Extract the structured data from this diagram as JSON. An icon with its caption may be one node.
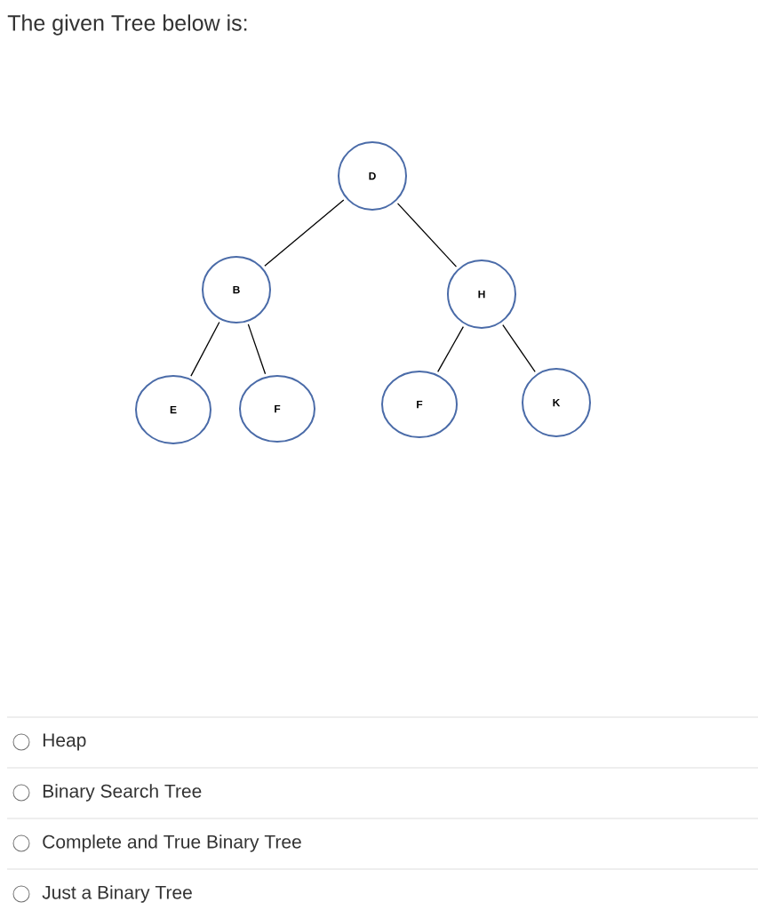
{
  "diagram": {
    "title": "The given Tree below is:",
    "nodes": [
      {
        "text": [
          "D"
        ]
      },
      {
        "text": [
          "B"
        ]
      },
      {
        "text": [
          "H"
        ]
      },
      {
        "text": [
          "E"
        ]
      },
      {
        "text": [
          "F"
        ]
      },
      {
        "text": [
          "F"
        ]
      },
      {
        "text": [
          "K"
        ]
      }
    ],
    "edges": [
      {
        "from": 0,
        "to": 1,
        "arrow": "none"
      },
      {
        "from": 0,
        "to": 2,
        "arrow": "none"
      },
      {
        "from": 1,
        "to": 3,
        "arrow": "none"
      },
      {
        "from": 1,
        "to": 4,
        "arrow": "none"
      },
      {
        "from": 2,
        "to": 5,
        "arrow": "none"
      },
      {
        "from": 2,
        "to": 6,
        "arrow": "none"
      }
    ],
    "labels": [
      "Heap",
      "Binary Search Tree",
      "Complete and True Binary Tree",
      "Just a Binary Tree"
    ]
  }
}
